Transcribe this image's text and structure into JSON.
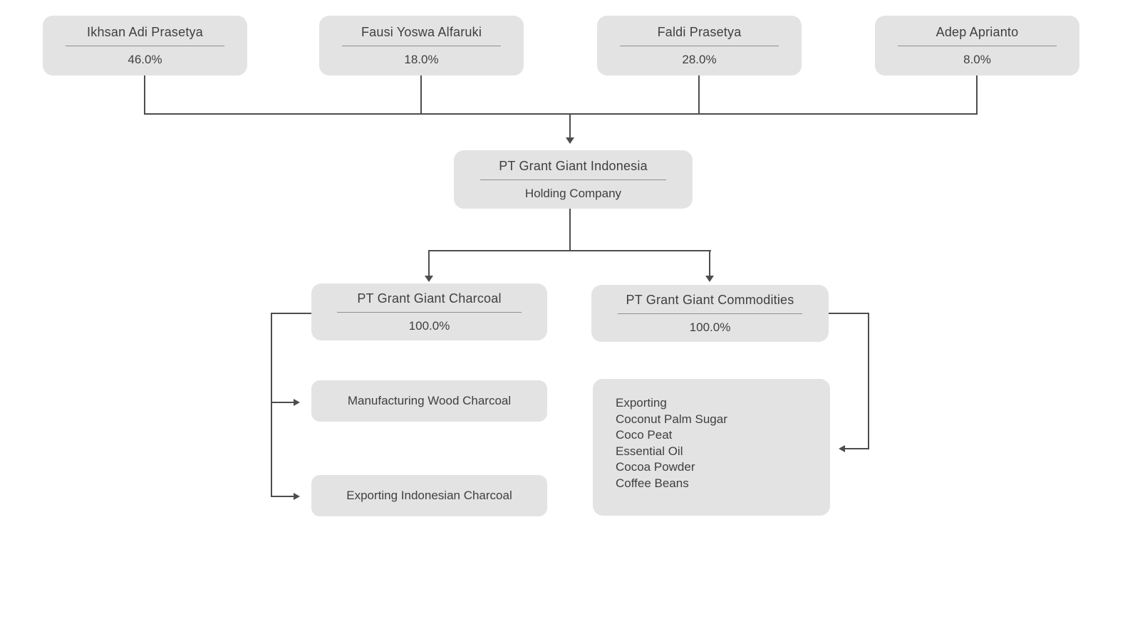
{
  "diagram": {
    "shareholders": [
      {
        "name": "Ikhsan Adi Prasetya",
        "share": "46.0%"
      },
      {
        "name": "Fausi Yoswa Alfaruki",
        "share": "18.0%"
      },
      {
        "name": "Faldi Prasetya",
        "share": "28.0%"
      },
      {
        "name": "Adep Aprianto",
        "share": "8.0%"
      }
    ],
    "holding": {
      "name": "PT Grant Giant Indonesia",
      "subtitle": "Holding Company"
    },
    "subsidiaries": [
      {
        "name": "PT Grant Giant Charcoal",
        "share": "100.0%"
      },
      {
        "name": "PT Grant Giant Commodities",
        "share": "100.0%"
      }
    ],
    "charcoal_activities": [
      "Manufacturing Wood Charcoal",
      "Exporting Indonesian Charcoal"
    ],
    "commodities_activities": [
      "Exporting",
      "Coconut Palm Sugar",
      "Coco Peat",
      "Essential Oil",
      "Cocoa Powder",
      "Coffee Beans"
    ]
  },
  "colors": {
    "box_bg": "#e3e3e3",
    "text": "#3f3f3f",
    "line": "#4d4d4d",
    "divider": "#8f8f8f",
    "background": "#ffffff"
  }
}
